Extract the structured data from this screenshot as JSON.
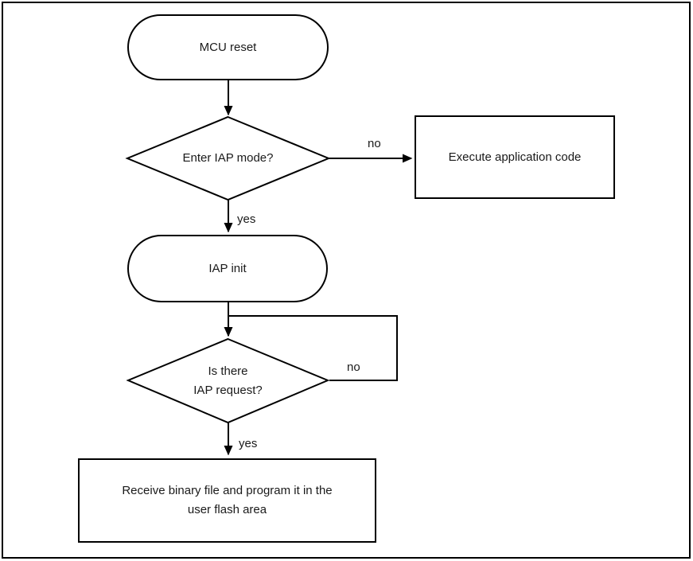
{
  "colors": {
    "background": "#ffffff",
    "line": "#000000",
    "text": "#1a1a1a"
  },
  "flowchart": {
    "nodes": {
      "mcu_reset": {
        "type": "terminator",
        "label": "MCU reset"
      },
      "enter_iap_mode": {
        "type": "decision",
        "label": "Enter IAP mode?"
      },
      "execute_application_code": {
        "type": "process",
        "label": "Execute application code"
      },
      "iap_init": {
        "type": "terminator",
        "label": "IAP init"
      },
      "is_there_iap_request": {
        "type": "decision",
        "lines": [
          "Is there",
          "IAP request?"
        ]
      },
      "receive_binary_file": {
        "type": "process",
        "lines": [
          "Receive binary file and program it in the",
          "user flash area"
        ]
      }
    },
    "edge_labels": {
      "enter_iap_no": "no",
      "enter_iap_yes": "yes",
      "iap_request_no": "no",
      "iap_request_yes": "yes"
    }
  }
}
